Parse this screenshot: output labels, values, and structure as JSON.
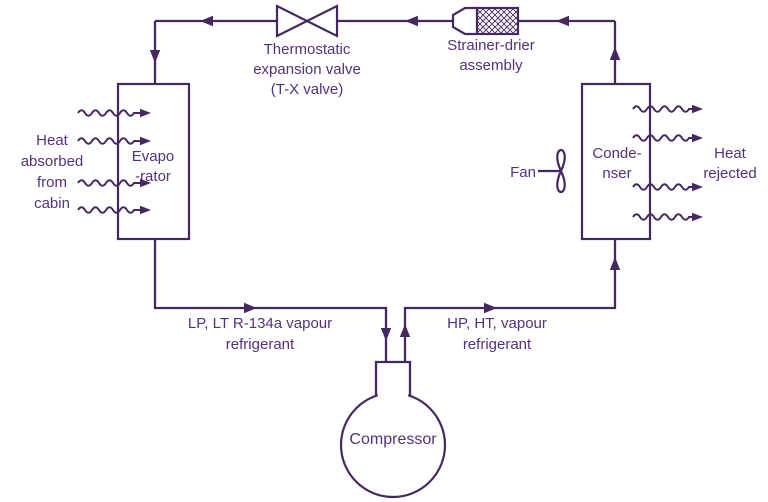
{
  "colors": {
    "ink": "#452762",
    "text": "#54317e",
    "background": "#ffffff"
  },
  "components": {
    "txv": {
      "label": "Thermostatic\nexpansion valve\n(T-X valve)"
    },
    "strainer_drier": {
      "label": "Strainer-drier\nassembly"
    },
    "evaporator": {
      "label": "Evapo\n-rator"
    },
    "condenser": {
      "label": "Conde-\nnser"
    },
    "compressor": {
      "label": "Compressor"
    },
    "fan": {
      "label": "Fan"
    }
  },
  "annotations": {
    "heat_absorbed": "Heat\nabsorbed\nfrom\ncabin",
    "heat_rejected": "Heat\nrejected",
    "suction_line": "LP, LT R-134a vapour\nrefrigerant",
    "discharge_line": "HP, HT, vapour\nrefrigerant"
  }
}
